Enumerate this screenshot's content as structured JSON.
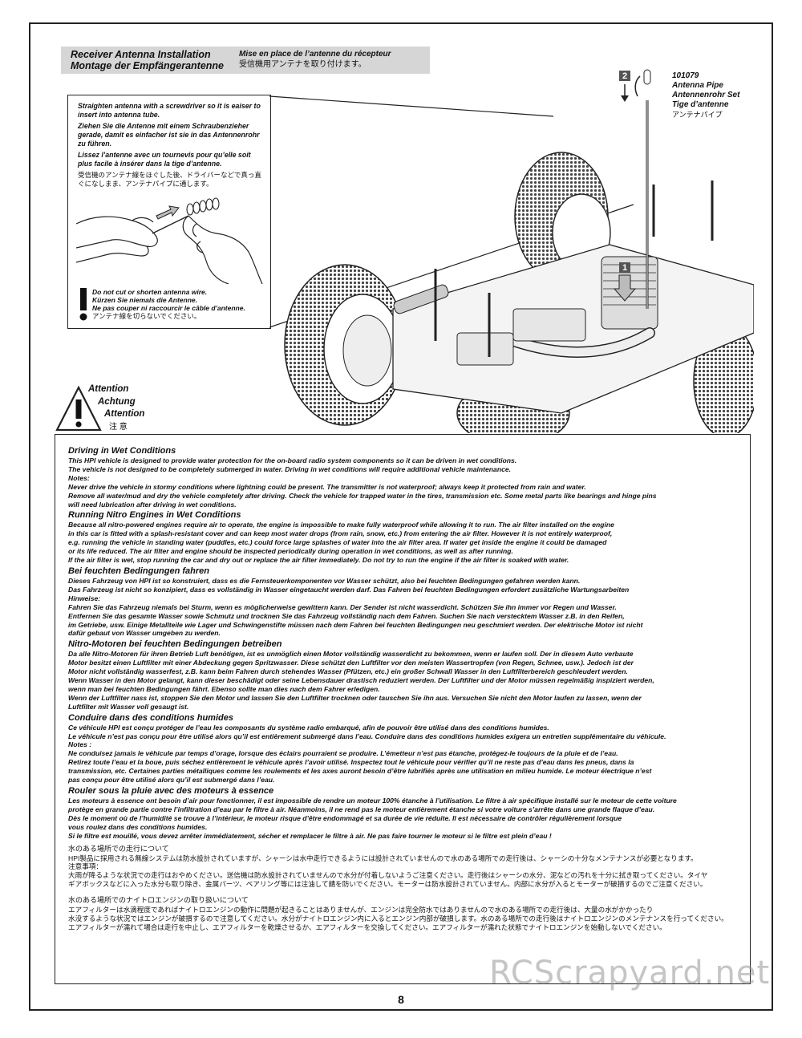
{
  "header": {
    "en": "Receiver Antenna Installation",
    "de": "Montage der Empfängerantenne",
    "fr": "Mise en place de l’antenne du récepteur",
    "ja": "受信機用アンテナを取り付けます。"
  },
  "tips": {
    "en": "Straighten antenna with a screwdriver so it is eaiser to insert into antenna tube.",
    "de": "Ziehen Sie die Antenne mit einem Schraubenzieher gerade, damit es einfacher ist sie in das Antennenrohr zu führen.",
    "fr": "Lissez l’antenne avec un tournevis pour qu’elle soit plus facile à insérer dans la tige d’antenne.",
    "ja": "受信機のアンテナ線をほぐした後、ドライバーなどで真っ直ぐになしまま、アンテナパイプに通します。"
  },
  "warning": {
    "en": "Do not cut or shorten antenna wire.",
    "de": "Kürzen Sie niemals die Antenne.",
    "fr": "Ne pas couper ni raccourcir le câble d’antenne.",
    "ja": "アンテナ線を切らないでください。"
  },
  "part": {
    "number": "101079",
    "en": "Antenna Pipe",
    "de": "Antennenrohr Set",
    "fr": "Tige d’antenne",
    "ja": "アンテナパイプ"
  },
  "steps": {
    "one": "1",
    "two": "2"
  },
  "attention": {
    "en": "Attention",
    "de": "Achtung",
    "fr": "Attention",
    "ja": "注 意"
  },
  "sections": [
    {
      "title": "Driving in Wet Conditions",
      "lines": [
        "This HPI vehicle is designed to provide water protection for the on-board radio system components so it can be driven in wet conditions.",
        "The vehicle is not designed to be completely submerged in water. Driving in wet conditions will require additional vehicle maintenance.",
        "Notes:",
        "Never drive the vehicle in stormy conditions where lightning could be present. The transmitter is not waterproof; always keep it protected from rain and water.",
        "Remove all water/mud and dry the vehicle completely after driving. Check the vehicle for trapped water in the tires, transmission etc. Some metal parts like bearings and hinge pins",
        "will need lubrication after driving in wet conditions."
      ]
    },
    {
      "title": "Running Nitro Engines in Wet Conditions",
      "lines": [
        "Because all nitro-powered engines require air to operate, the engine is impossible to make fully waterproof while allowing it to run. The air filter installed on the engine",
        "in this car is fitted with a splash-resistant cover and can keep most water drops (from rain, snow, etc.) from entering the air filter. However it is not entirely waterproof,",
        "e.g. running the vehicle in standing water (puddles, etc.) could force large splashes of water into the air filter area. If water get inside the engine it could be damaged",
        "or its life reduced. The air filter and engine should be inspected periodically during operation in wet conditions, as well as after running.",
        "If the air filter is wet, stop running the car and dry out or replace the air filter immediately. Do not try to run the engine if the air filter is soaked with water."
      ]
    },
    {
      "title": "Bei feuchten Bedingungen fahren",
      "lines": [
        "Dieses Fahrzeug von HPI ist so konstruiert, dass es die Fernsteuerkomponenten vor Wasser schützt, also bei feuchten Bedingungen gefahren werden kann.",
        "Das Fahrzeug ist nicht so konzipiert, dass es vollständig in Wasser eingetaucht werden darf. Das Fahren bei feuchten Bedingungen erfordert zusätzliche Wartungsarbeiten",
        "Hinweise:",
        "Fahren Sie das Fahrzeug niemals bei Sturm, wenn es möglicherweise gewittern kann. Der Sender ist nicht wasserdicht. Schützen Sie ihn immer vor Regen und Wasser.",
        "Entfernen Sie das gesamte Wasser sowie Schmutz und trocknen Sie das Fahrzeug vollständig nach dem Fahren. Suchen Sie nach verstecktem Wasser z.B. in den Reifen,",
        "im Getriebe, usw. Einige Metallteile wie Lager und Schwingenstifte müssen nach dem Fahren bei feuchten Bedingungen neu geschmiert werden. Der elektrische Motor ist nicht",
        "dafür gebaut von Wasser umgeben zu werden."
      ]
    },
    {
      "title": "Nitro-Motoren bei feuchten Bedingungen betreiben",
      "lines": [
        "Da alle Nitro-Motoren für ihren Betrieb Luft benötigen, ist es unmöglich einen Motor vollständig wasserdicht zu bekommen, wenn er laufen soll. Der in diesem Auto verbaute",
        "Motor besitzt einen Luftfilter mit einer Abdeckung gegen Spritzwasser. Diese schützt den Luftfilter vor den meisten Wassertropfen (von Regen, Schnee, usw.). Jedoch ist der",
        "Motor nicht vollständig wasserfest, z.B. kann beim Fahren durch stehendes Wasser (Pfützen, etc.) ein großer Schwall Wasser in den Luftfilterbereich geschleudert werden.",
        "Wenn Wasser in den Motor gelangt, kann dieser beschädigt oder seine Lebensdauer drastisch reduziert werden. Der Luftfilter und der Motor müssen regelmäßig inspiziert werden,",
        "wenn man bei feuchten Bedingungen fährt. Ebenso sollte man dies nach dem Fahrer erledigen.",
        "Wenn der Luftfilter nass ist, stoppen Sie den Motor und lassen Sie den Luftfilter trocknen  oder tauschen Sie ihn aus. Versuchen Sie nicht den Motor laufen zu lassen, wenn der",
        "Luftfilter mit Wasser voll gesaugt ist."
      ]
    },
    {
      "title": "Conduire dans des conditions humides",
      "lines": [
        "Ce véhicule HPI est conçu protéger de l’eau les composants du système radio embarqué, afin de pouvoir être utilisé dans des conditions humides.",
        "Le véhicule n’est pas conçu pour être utilisé alors qu’il est entièrement submergé dans l’eau. Conduire dans des conditions humides exigera un entretien supplémentaire du véhicule.",
        "Notes :",
        "Ne conduisez jamais le véhicule par temps d’orage, lorsque des éclairs pourraient se produire. L’émetteur n’est pas étanche, protégez-le toujours de la pluie et de l’eau.",
        "Retirez toute l’eau et la boue, puis séchez entièrement le véhicule après l’avoir utilisé. Inspectez tout le véhicule pour vérifier qu’il ne reste pas d’eau dans les pneus, dans la",
        "transmission, etc. Certaines parties métalliques comme les roulements et les axes auront besoin d’être lubrifiés après une utilisation en milieu humide. Le moteur électrique n’est",
        "pas conçu pour être utilisé alors qu’il est submergé dans l’eau."
      ]
    },
    {
      "title": "Rouler sous la pluie avec des moteurs à essence",
      "lines": [
        "Les moteurs à essence ont besoin d’air pour fonctionner, il est impossible de rendre un moteur 100% étanche à l’utilisation. Le filtre à air spécifique installé sur le moteur de cette voiture",
        "protège en grande partie contre l’infiltration d’eau par le filtre à air. Néanmoins, il ne rend pas le moteur entièrement étanche si votre voiture s’arrête dans une grande flaque d’eau.",
        "Dès le moment où de l’humidité se trouve à l’intérieur, le moteur risque d’être endommagé et sa durée de vie réduite. Il est nécessaire de contrôler régulièrement lorsque",
        "vous roulez dans des conditions humides.",
        "Si le filtre est mouillé, vous devez arrêter immédiatement, sécher et remplacer le filtre à air. Ne pas faire tourner le moteur si le filtre est plein d’eau !"
      ]
    }
  ],
  "ja_sections": [
    {
      "title": "水のある場所での走行について",
      "lines": [
        "HPI製品に採用される無線システムは防水設計されていますが、シャーシは水中走行できるようには設計されていませんので水のある場所での走行後は、シャーシの十分なメンテナンスが必要となります。",
        "注意事項：",
        "大雨が降るような状況での走行はおやめください。送信機は防水設計されていませんので水分が付着しないようご注意ください。走行後はシャーシの水分、泥などの汚れを十分に拭き取ってください。タイヤ",
        "ギアボックスなどに入った水分も取り除き、金属パーツ、ベアリング等には注油して錆を防いでください。モーターは防水設計されていません。内部に水分が入るとモーターが破損するのでご注意ください。"
      ]
    },
    {
      "title": "水のある場所でのナイトロエンジンの取り扱いについて",
      "lines": [
        "エアフィルターは水滴程度であればナイトロエンジンの動作に問題が起きることはありませんが、エンジンは完全防水ではありませんので水のある場所での走行後は、大量の水がかかったり",
        "水没するような状況ではエンジンが破損するので注意してください。水分がナイトロエンジン内に入るとエンジン内部が破損します。水のある場所での走行後はナイトロエンジンのメンテナンスを行ってください。",
        "エアフィルターが濡れて場合は走行を中止し、エアフィルターを乾燥させるか、エアフィルターを交換してください。エアフィルターが濡れた状態でナイトロエンジンを始動しないでください。"
      ]
    }
  ],
  "page_number": "8",
  "watermark": "RCScrapyard.net"
}
